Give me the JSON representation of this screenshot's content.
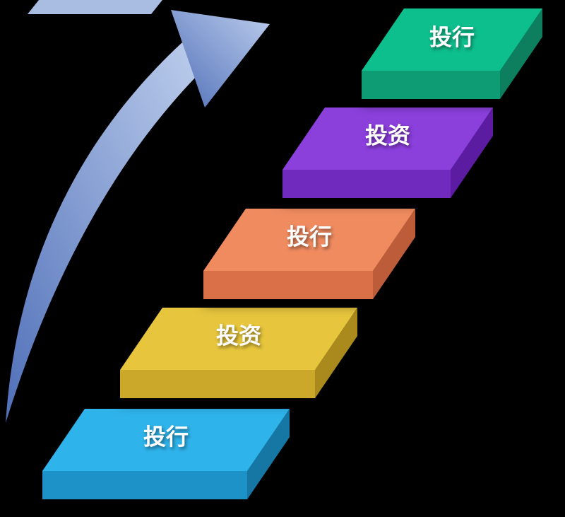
{
  "background_color": "#000000",
  "text_color": "#FFFFFF",
  "arrow": {
    "gradient_from": "#4F6FB8",
    "gradient_to": "#BCCDEC",
    "banner_color": "#A9BDE3"
  },
  "steps": [
    {
      "label": "投行",
      "colors": {
        "top": "#2FB3EB",
        "front": "#1D92C8",
        "side": "#1577A4"
      }
    },
    {
      "label": "投资",
      "colors": {
        "top": "#E7C63C",
        "front": "#CBA72A",
        "side": "#AA8A1F"
      }
    },
    {
      "label": "投行",
      "colors": {
        "top": "#F08B60",
        "front": "#D96F47",
        "side": "#BD5B39"
      }
    },
    {
      "label": "投资",
      "colors": {
        "top": "#8B3FDC",
        "front": "#7129BE",
        "side": "#5B1FA2"
      }
    },
    {
      "label": "投行",
      "colors": {
        "top": "#11BF8D",
        "front": "#0B9C73",
        "side": "#077F5E"
      }
    }
  ]
}
